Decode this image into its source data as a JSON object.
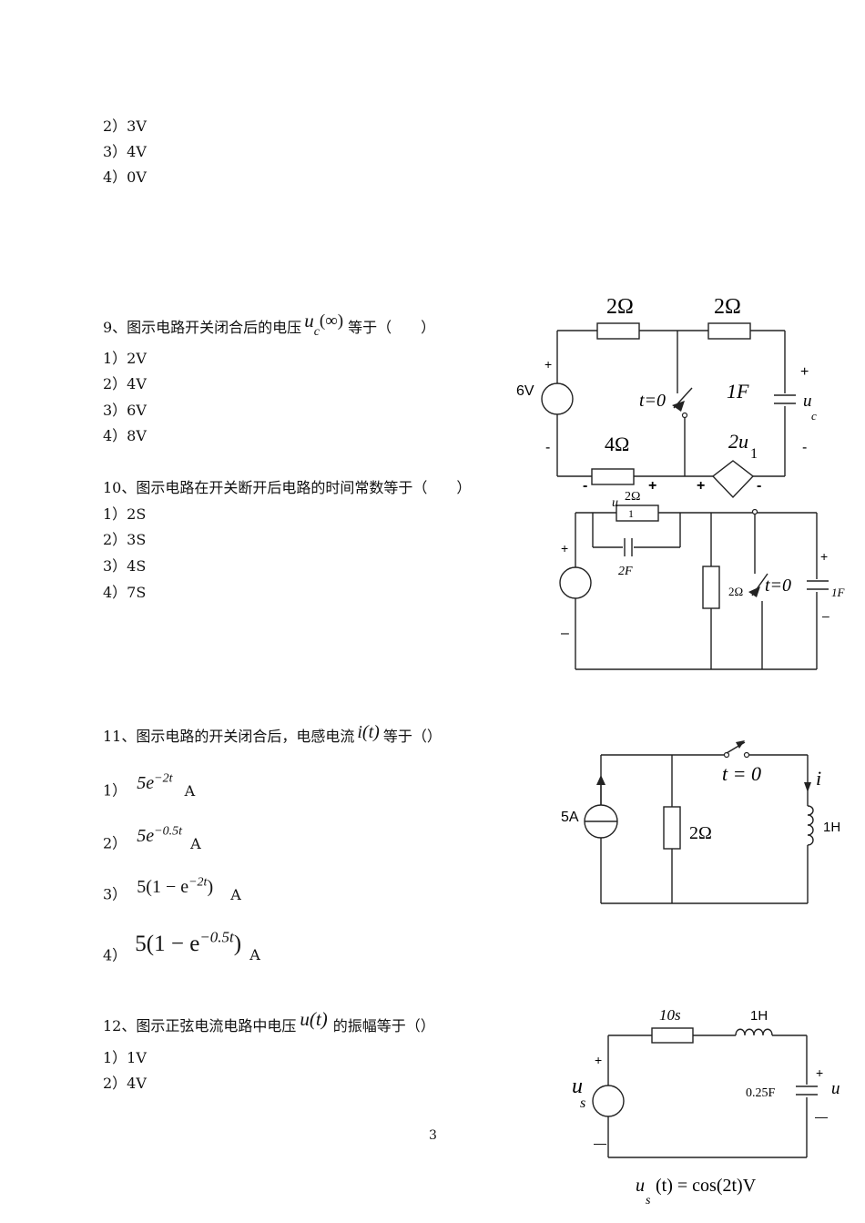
{
  "q8": {
    "options": [
      "2）3V",
      "3）4V",
      "4）0V"
    ]
  },
  "q9": {
    "stem_pre": "9、图示电路开关闭合后的电压",
    "stem_var": "u",
    "stem_sub": "c",
    "stem_arg": "(∞)",
    "stem_post": "等于（　　）",
    "options": [
      "1）2V",
      "2）4V",
      "3）6V",
      "4）8V"
    ],
    "circuit": {
      "r_top_left": "2Ω",
      "r_top_right": "2Ω",
      "r_bottom": "4Ω",
      "source": "6V",
      "switch": "t=0",
      "cap": "1F",
      "dep_source": "2u",
      "dep_sub": "1",
      "uc": "u",
      "uc_sub": "c",
      "plus": "+",
      "minus": "-"
    }
  },
  "q10": {
    "stem": "10、图示电路在开关断开后电路的时间常数等于（　　）",
    "options": [
      "1）2S",
      "2）3S",
      "3）4S",
      "4）7S"
    ],
    "circuit": {
      "r1": "2Ω",
      "u1": "u",
      "u1_sub": "1",
      "c1": "2F",
      "r2": "2Ω",
      "switch": "t=0",
      "c2": "1F",
      "plus": "+",
      "minus": "–"
    }
  },
  "q11": {
    "stem_pre": "11、图示电路的开关闭合后，电感电流",
    "stem_var": "i(t)",
    "stem_post": "等于（）",
    "options": [
      {
        "n": "1）",
        "base": "5e",
        "exp": "−2t",
        "tail": "",
        "unit": "A"
      },
      {
        "n": "2）",
        "base": "5e",
        "exp": "−0.5t",
        "tail": "",
        "unit": "A"
      },
      {
        "n": "3）",
        "base": "5(1 − e",
        "exp": "−2t",
        "tail": ")",
        "unit": "A"
      },
      {
        "n": "4）",
        "base": "5(1 − e",
        "exp": "−0.5t",
        "tail": ")",
        "unit": "A"
      }
    ],
    "circuit": {
      "source": "5A",
      "r": "2Ω",
      "switch": "t = 0",
      "i": "i",
      "l": "1H"
    }
  },
  "q12": {
    "stem_pre": "12、图示正弦电流电路中电压",
    "stem_var": "u(t)",
    "stem_post": "的振幅等于（）",
    "options": [
      "1）1V",
      "2）4V"
    ],
    "circuit": {
      "r": "10s",
      "l": "1H",
      "c": "0.25F",
      "us": "u",
      "us_sub": "s",
      "u": "u",
      "formula": "(t) = cos(2t)V",
      "plus": "+",
      "minus": "—"
    }
  },
  "page_number": "3"
}
